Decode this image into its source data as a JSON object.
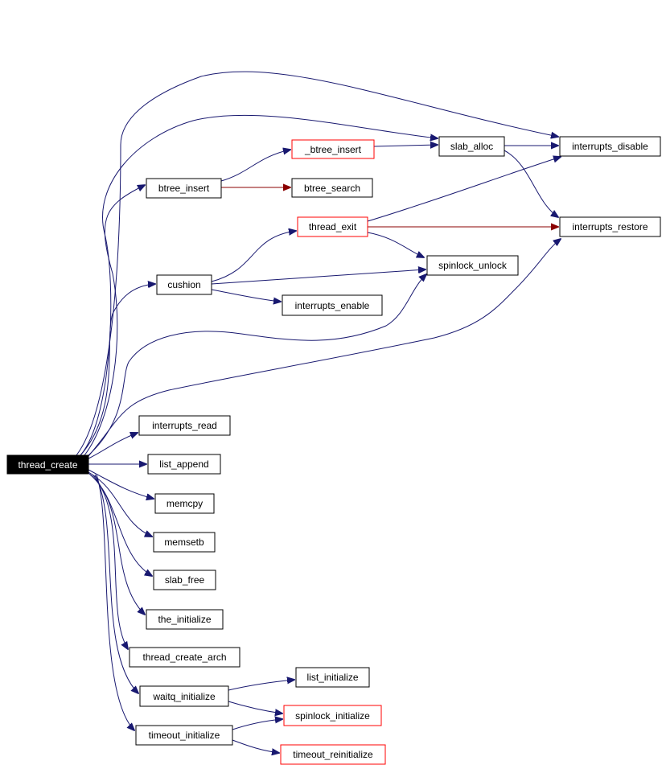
{
  "graph": {
    "nodes": {
      "thread_create": {
        "label": "thread_create",
        "style": "root"
      },
      "btree_insert": {
        "label": "btree_insert",
        "style": "normal"
      },
      "_btree_insert": {
        "label": "_btree_insert",
        "style": "red"
      },
      "btree_search": {
        "label": "btree_search",
        "style": "normal"
      },
      "slab_alloc": {
        "label": "slab_alloc",
        "style": "normal"
      },
      "interrupts_disable": {
        "label": "interrupts_disable",
        "style": "normal"
      },
      "interrupts_restore": {
        "label": "interrupts_restore",
        "style": "normal"
      },
      "thread_exit": {
        "label": "thread_exit",
        "style": "red"
      },
      "spinlock_unlock": {
        "label": "spinlock_unlock",
        "style": "normal"
      },
      "cushion": {
        "label": "cushion",
        "style": "normal"
      },
      "interrupts_enable": {
        "label": "interrupts_enable",
        "style": "normal"
      },
      "interrupts_read": {
        "label": "interrupts_read",
        "style": "normal"
      },
      "list_append": {
        "label": "list_append",
        "style": "normal"
      },
      "memcpy": {
        "label": "memcpy",
        "style": "normal"
      },
      "memsetb": {
        "label": "memsetb",
        "style": "normal"
      },
      "slab_free": {
        "label": "slab_free",
        "style": "normal"
      },
      "the_initialize": {
        "label": "the_initialize",
        "style": "normal"
      },
      "thread_create_arch": {
        "label": "thread_create_arch",
        "style": "normal"
      },
      "waitq_initialize": {
        "label": "waitq_initialize",
        "style": "normal"
      },
      "list_initialize": {
        "label": "list_initialize",
        "style": "normal"
      },
      "spinlock_initialize": {
        "label": "spinlock_initialize",
        "style": "red"
      },
      "timeout_initialize": {
        "label": "timeout_initialize",
        "style": "normal"
      },
      "timeout_reinitialize": {
        "label": "timeout_reinitialize",
        "style": "red"
      }
    },
    "edges": [
      {
        "from": "thread_create",
        "to": "interrupts_disable"
      },
      {
        "from": "thread_create",
        "to": "slab_alloc"
      },
      {
        "from": "thread_create",
        "to": "btree_insert"
      },
      {
        "from": "thread_create",
        "to": "cushion"
      },
      {
        "from": "thread_create",
        "to": "spinlock_unlock"
      },
      {
        "from": "thread_create",
        "to": "interrupts_restore"
      },
      {
        "from": "thread_create",
        "to": "interrupts_read"
      },
      {
        "from": "thread_create",
        "to": "list_append"
      },
      {
        "from": "thread_create",
        "to": "memcpy"
      },
      {
        "from": "thread_create",
        "to": "memsetb"
      },
      {
        "from": "thread_create",
        "to": "slab_free"
      },
      {
        "from": "thread_create",
        "to": "the_initialize"
      },
      {
        "from": "thread_create",
        "to": "thread_create_arch"
      },
      {
        "from": "thread_create",
        "to": "waitq_initialize"
      },
      {
        "from": "thread_create",
        "to": "timeout_initialize"
      },
      {
        "from": "btree_insert",
        "to": "_btree_insert"
      },
      {
        "from": "btree_insert",
        "to": "btree_search",
        "style": "red"
      },
      {
        "from": "_btree_insert",
        "to": "slab_alloc"
      },
      {
        "from": "slab_alloc",
        "to": "interrupts_disable"
      },
      {
        "from": "slab_alloc",
        "to": "interrupts_restore"
      },
      {
        "from": "thread_exit",
        "to": "interrupts_disable"
      },
      {
        "from": "thread_exit",
        "to": "interrupts_restore",
        "style": "red"
      },
      {
        "from": "thread_exit",
        "to": "spinlock_unlock"
      },
      {
        "from": "cushion",
        "to": "thread_exit"
      },
      {
        "from": "cushion",
        "to": "spinlock_unlock"
      },
      {
        "from": "cushion",
        "to": "interrupts_enable"
      },
      {
        "from": "waitq_initialize",
        "to": "list_initialize"
      },
      {
        "from": "waitq_initialize",
        "to": "spinlock_initialize"
      },
      {
        "from": "timeout_initialize",
        "to": "spinlock_initialize"
      },
      {
        "from": "timeout_initialize",
        "to": "timeout_reinitialize"
      }
    ]
  }
}
